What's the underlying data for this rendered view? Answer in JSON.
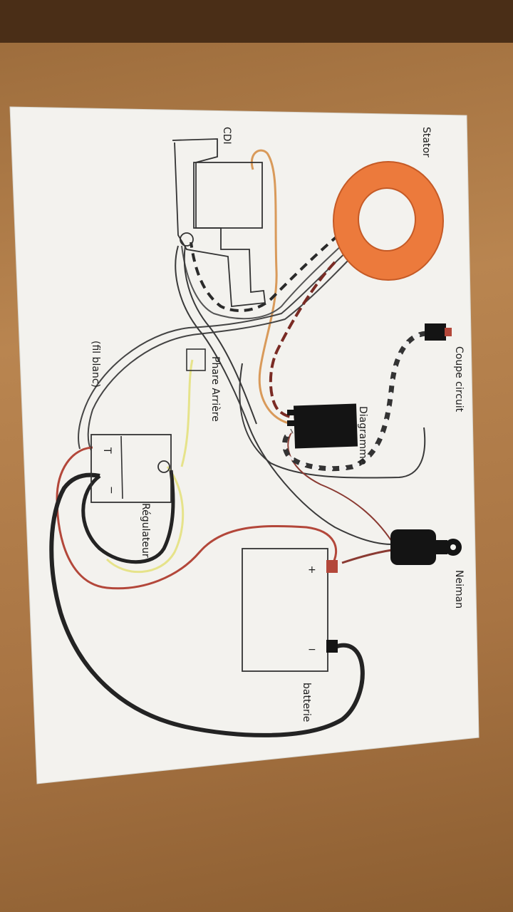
{
  "labels": {
    "stator": "Stator",
    "cdi": "CDI",
    "coupe_circuit": "Coupe circuit",
    "diagramme": "Diagramme",
    "neiman": "Neiman",
    "batterie": "batterie",
    "regulateur": "Régulateur",
    "phare_arriere": "Phare Arrière",
    "fil_blanc": "(fil blanc)",
    "plus": "+",
    "minus": "−",
    "t_mark": "T"
  },
  "colors": {
    "paper": "#f3f2ee",
    "table": "#b07b48",
    "stator_ring": "#ec7a3c",
    "wire_black": "#2a2a2a",
    "wire_red": "#b3473a",
    "wire_orange": "#d99a5a",
    "wire_yellow": "#e6e38a",
    "wire_green": "#3c5a3a",
    "component_fill": "#141414"
  }
}
